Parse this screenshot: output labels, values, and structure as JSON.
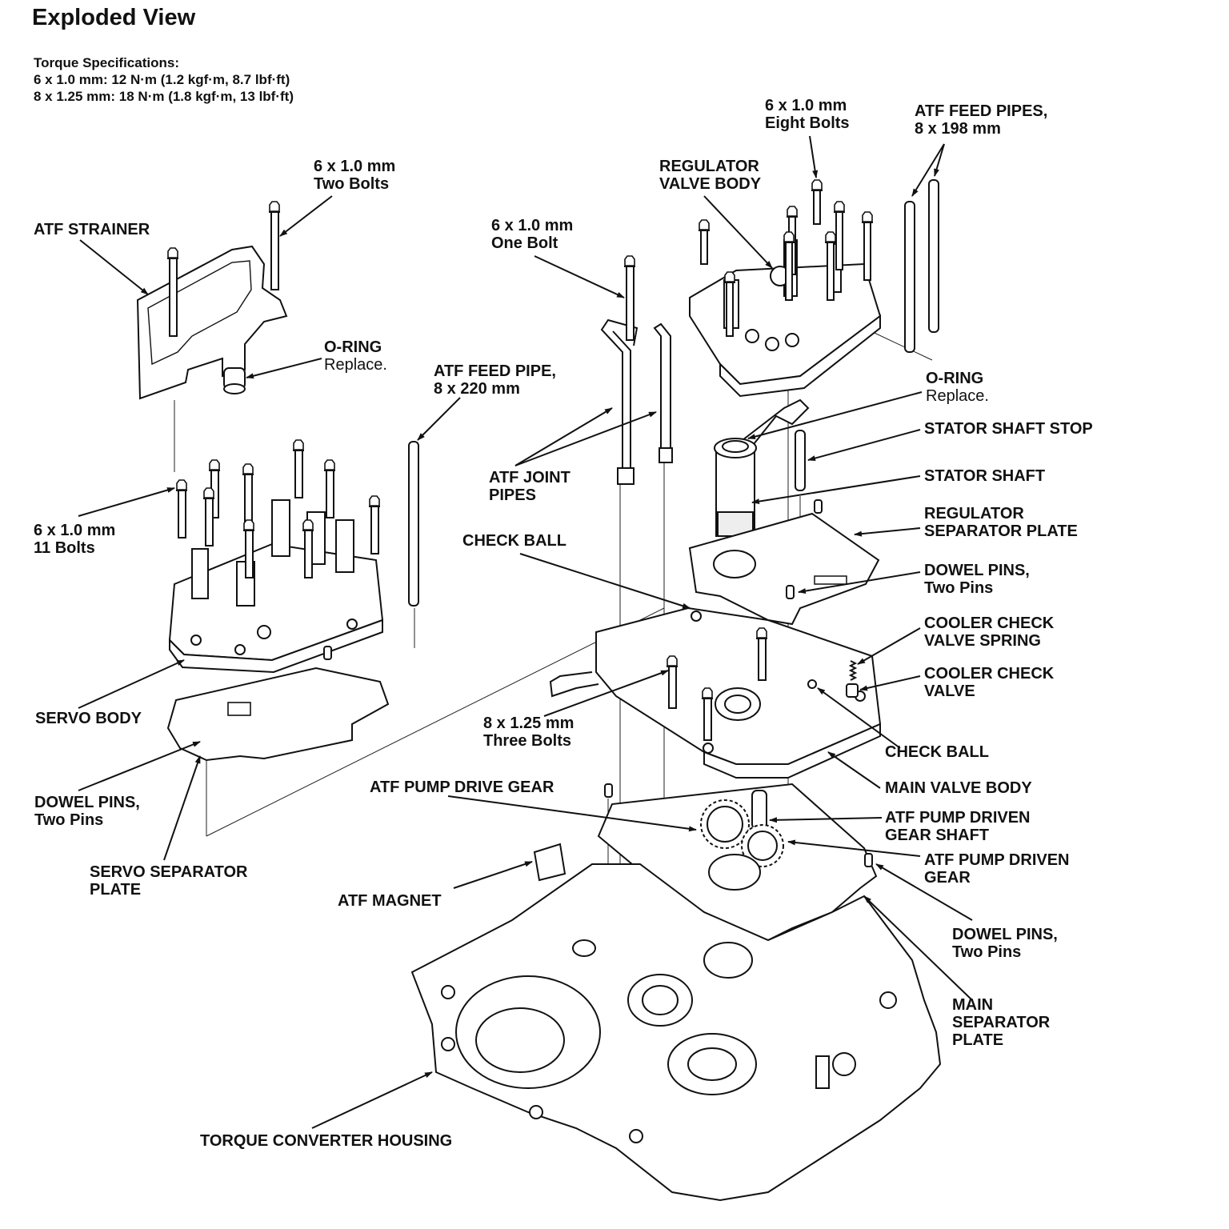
{
  "title": "Exploded View",
  "torque": {
    "heading": "Torque Specifications:",
    "line1": "6 x 1.0 mm: 12 N·m (1.2 kgf·m, 8.7 lbf·ft)",
    "line2": "8 x 1.25 mm: 18 N·m (1.8 kgf·m, 13 lbf·ft)"
  },
  "labels": {
    "atf_strainer": "ATF STRAINER",
    "bolts_two_a": [
      "6 x 1.0 mm",
      "Two Bolts"
    ],
    "oring_a": [
      "O-RING",
      "Replace."
    ],
    "atf_feed_pipe": [
      "ATF FEED PIPE,",
      "8 x 220 mm"
    ],
    "bolts_eleven": [
      "6 x 1.0 mm",
      "11 Bolts"
    ],
    "servo_body": "SERVO BODY",
    "dowel_a": [
      "DOWEL PINS,",
      "Two Pins"
    ],
    "servo_sep": [
      "SERVO SEPARATOR",
      "PLATE"
    ],
    "atf_magnet": "ATF MAGNET",
    "tc_housing": "TORQUE CONVERTER HOUSING",
    "bolt_one": [
      "6 x 1.0 mm",
      "One Bolt"
    ],
    "regulator_vb": [
      "REGULATOR",
      "VALVE BODY"
    ],
    "bolts_eight": [
      "6 x 1.0 mm",
      "Eight Bolts"
    ],
    "atf_feed_pipes": [
      "ATF FEED PIPES,",
      "8 x 198 mm"
    ],
    "oring_b": [
      "O-RING",
      "Replace."
    ],
    "stator_stop": "STATOR SHAFT STOP",
    "stator_shaft": "STATOR SHAFT",
    "reg_sep": [
      "REGULATOR",
      "SEPARATOR PLATE"
    ],
    "dowel_b": [
      "DOWEL PINS,",
      "Two Pins"
    ],
    "cooler_spring": [
      "COOLER CHECK",
      "VALVE SPRING"
    ],
    "cooler_valve": [
      "COOLER CHECK",
      "VALVE"
    ],
    "check_ball_a": "CHECK BALL",
    "joint_pipes": [
      "ATF JOINT",
      "PIPES"
    ],
    "bolts_three": [
      "8 x 1.25 mm",
      "Three Bolts"
    ],
    "check_ball_b": "CHECK BALL",
    "main_vb": "MAIN VALVE BODY",
    "pump_drive": "ATF PUMP DRIVE GEAR",
    "pump_driven_shaft": [
      "ATF PUMP DRIVEN",
      "GEAR SHAFT"
    ],
    "pump_driven_gear": [
      "ATF PUMP DRIVEN",
      "GEAR"
    ],
    "dowel_c": [
      "DOWEL PINS,",
      "Two Pins"
    ],
    "main_sep": [
      "MAIN",
      "SEPARATOR",
      "PLATE"
    ]
  }
}
